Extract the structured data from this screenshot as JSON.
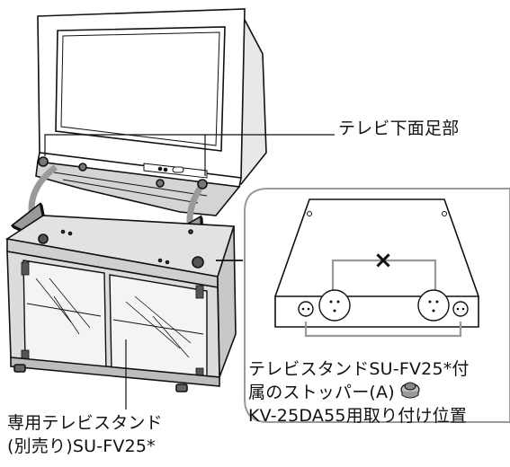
{
  "labels": {
    "tv_bottom_feet": "テレビ下面足部",
    "stopper_line1": "テレビスタンドSU-FV25*付",
    "stopper_line2": "属のストッパー(A)",
    "stopper_line3": "KV-25DA55用取り付け位置",
    "stand_line1": "専用テレビスタンド",
    "stand_line2": "(別売り)SU-FV25*",
    "x_mark": "×"
  },
  "colors": {
    "line": "#111111",
    "gray_fill": "#d9d9d9",
    "dark_gray": "#9a9a9a",
    "screen": "#ffffff"
  },
  "icons": [
    "curved-arrow-icon",
    "stopper-icon",
    "x-mark-icon"
  ]
}
